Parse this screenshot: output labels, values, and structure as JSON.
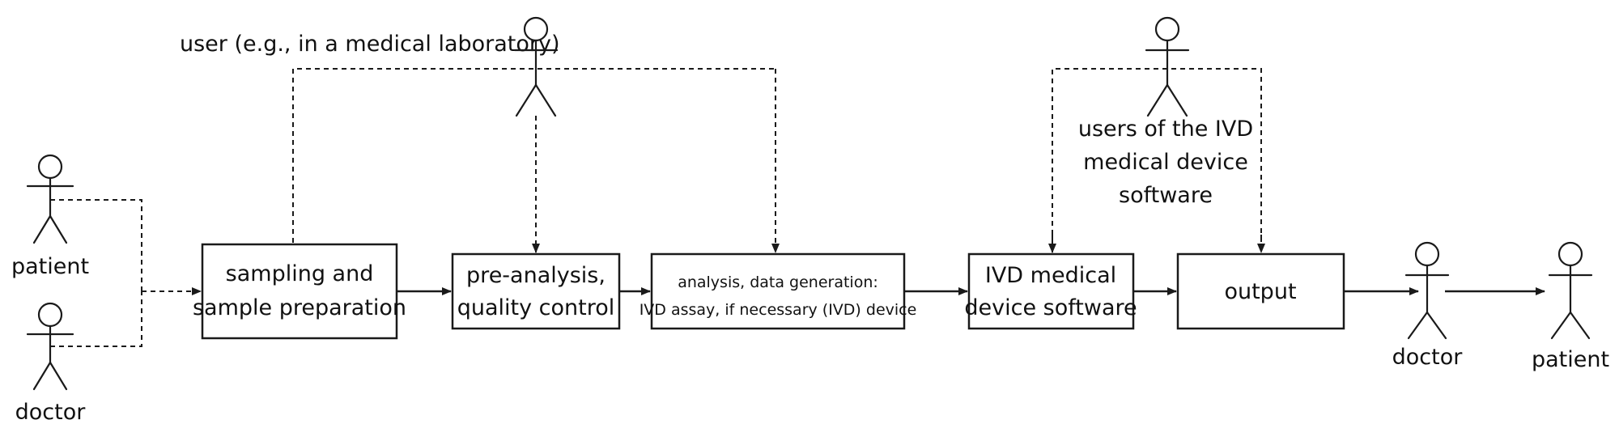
{
  "actors": {
    "patient_left": "patient",
    "doctor_left": "doctor",
    "lab_user": "user (e.g., in a medical laboratory)",
    "software_users": [
      "users of the IVD",
      "medical device",
      "software"
    ],
    "doctor_right": "doctor",
    "patient_right": "patient"
  },
  "boxes": {
    "sampling": [
      "sampling and",
      "sample preparation"
    ],
    "preanalysis": [
      "pre-analysis,",
      "quality control"
    ],
    "analysis": [
      "analysis, data generation:",
      "IVD assay, if necessary (IVD) device"
    ],
    "software": [
      "IVD medical",
      "device software"
    ],
    "output": [
      "output"
    ]
  },
  "colors": {
    "line": "#1a1a1a",
    "background": "#ffffff"
  }
}
